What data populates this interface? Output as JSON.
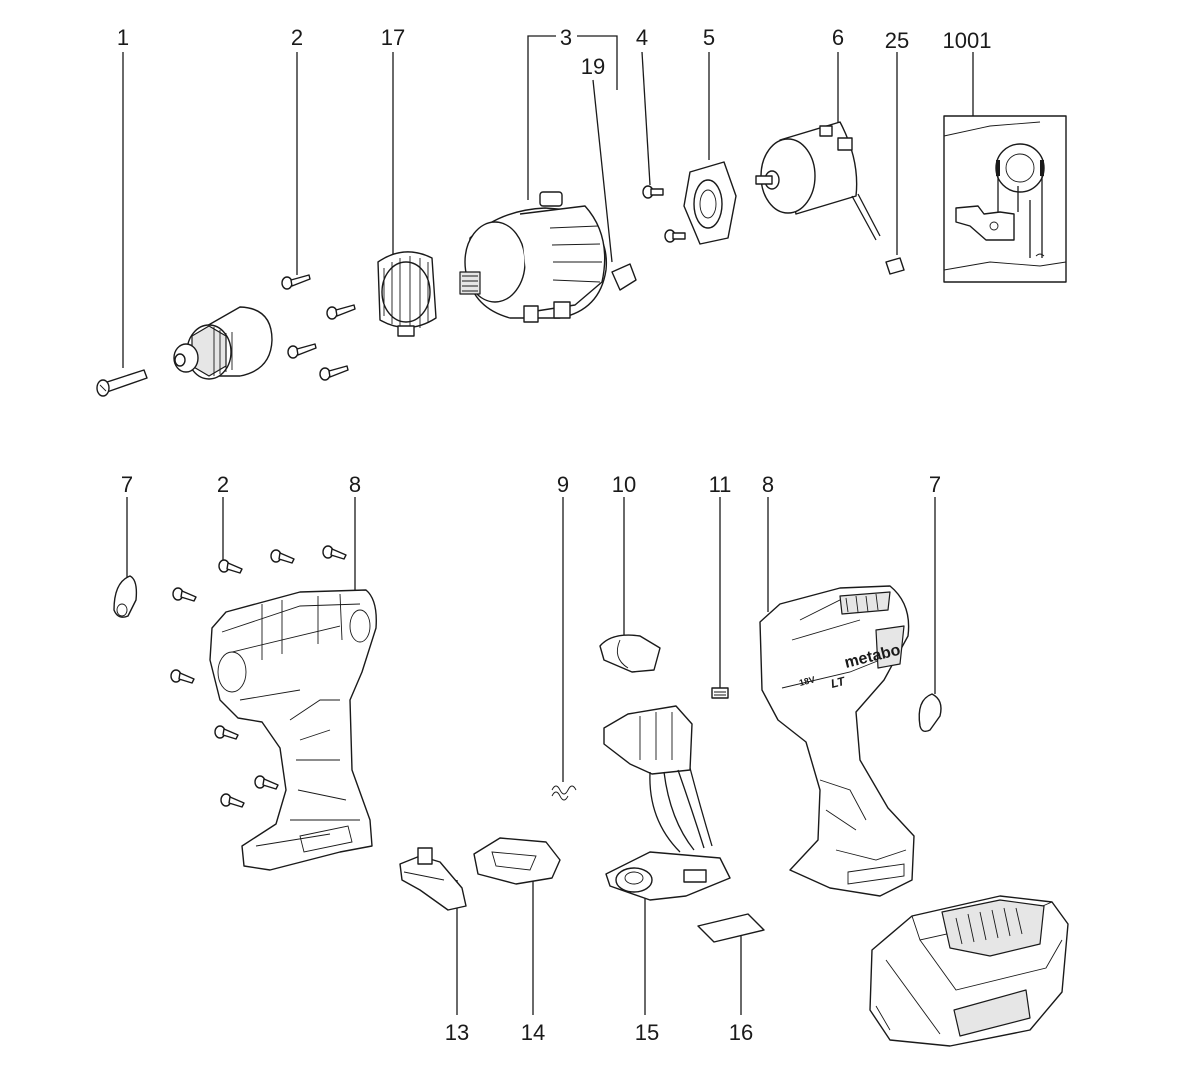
{
  "callouts": [
    {
      "id": "c1",
      "text": "1"
    },
    {
      "id": "c2a",
      "text": "2"
    },
    {
      "id": "c17",
      "text": "17"
    },
    {
      "id": "c3",
      "text": "3"
    },
    {
      "id": "c19",
      "text": "19"
    },
    {
      "id": "c4",
      "text": "4"
    },
    {
      "id": "c5",
      "text": "5"
    },
    {
      "id": "c6",
      "text": "6"
    },
    {
      "id": "c25",
      "text": "25"
    },
    {
      "id": "c1001",
      "text": "1001"
    },
    {
      "id": "c7a",
      "text": "7"
    },
    {
      "id": "c2b",
      "text": "2"
    },
    {
      "id": "c8a",
      "text": "8"
    },
    {
      "id": "c9",
      "text": "9"
    },
    {
      "id": "c10",
      "text": "10"
    },
    {
      "id": "c11",
      "text": "11"
    },
    {
      "id": "c8b",
      "text": "8"
    },
    {
      "id": "c7b",
      "text": "7"
    },
    {
      "id": "c13",
      "text": "13"
    },
    {
      "id": "c14",
      "text": "14"
    },
    {
      "id": "c15",
      "text": "15"
    },
    {
      "id": "c16",
      "text": "16"
    }
  ],
  "housing_brand": "metabo",
  "housing_mark": "LT",
  "voltage_mark": "18V"
}
